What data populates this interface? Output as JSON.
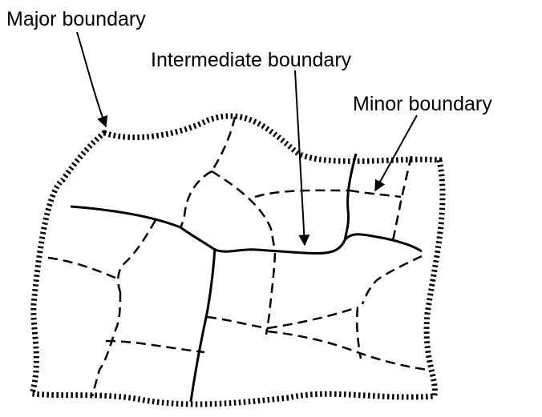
{
  "labels": {
    "major": "Major boundary",
    "intermediate": "Intermediate boundary",
    "minor": "Minor boundary"
  },
  "colors": {
    "ink": "#000000",
    "background": "#ffffff"
  }
}
